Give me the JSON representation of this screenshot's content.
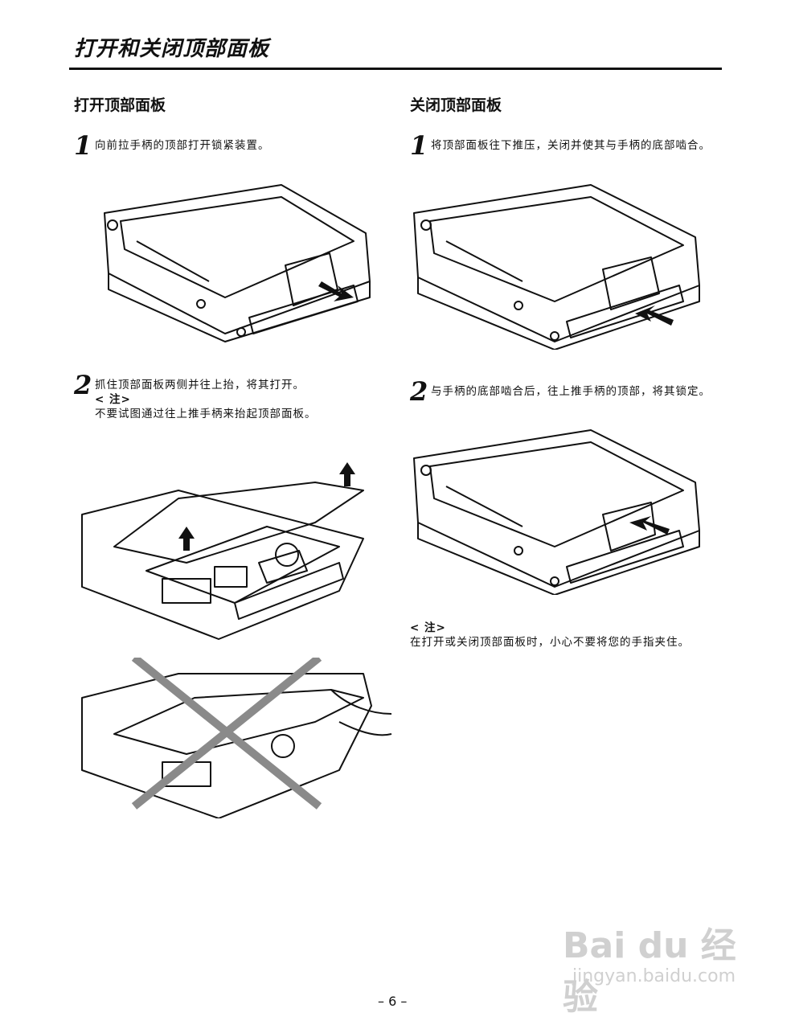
{
  "page": {
    "title": "打开和关闭顶部面板",
    "number": "– 6 –"
  },
  "left": {
    "heading": "打开顶部面板",
    "steps": [
      {
        "num": "1",
        "text": "向前拉手柄的顶部打开锁紧装置。"
      },
      {
        "num": "2",
        "text": "抓住顶部面板两侧并往上抬，将其打开。",
        "note_label": "< 注>",
        "note_text": "不要试图通过往上推手柄来抬起顶部面板。"
      }
    ]
  },
  "right": {
    "heading": "关闭顶部面板",
    "steps": [
      {
        "num": "1",
        "text": "将顶部面板往下推压，关闭并使其与手柄的底部啮合。"
      },
      {
        "num": "2",
        "text": "与手柄的底部啮合后，往上推手柄的顶部，将其锁定。"
      }
    ],
    "note_label": "< 注>",
    "note_text": "在打开或关闭顶部面板时，小心不要将您的手指夹住。"
  },
  "watermark": {
    "logo": "Bai du 经验",
    "url": "jingyan.baidu.com"
  },
  "icons": {
    "arrow": "arrow-icon",
    "cross": "prohibited-cross-icon"
  },
  "colors": {
    "text": "#111111",
    "cross": "#8a8a8a",
    "watermark": "#d0d0d0"
  }
}
